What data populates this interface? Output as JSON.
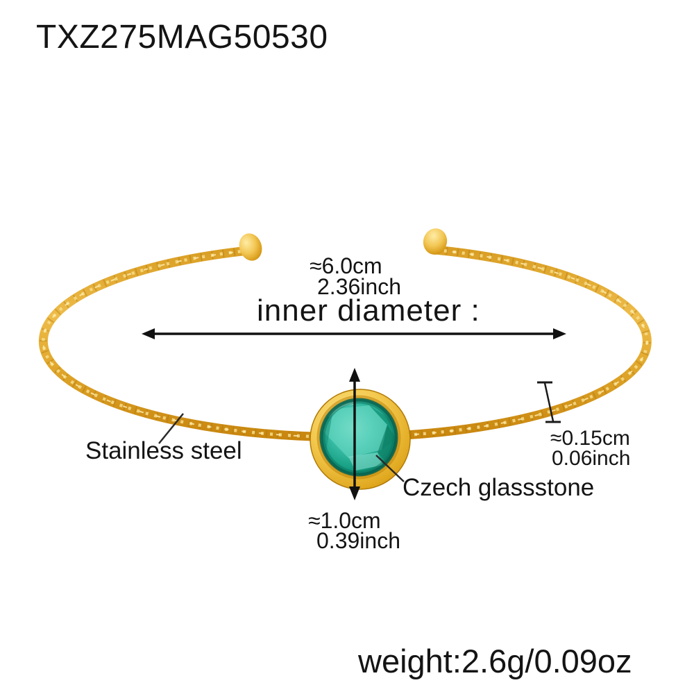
{
  "product": {
    "code": "TXZ275MAG50530",
    "weight": "weight:2.6g/0.09oz"
  },
  "measurements": {
    "inner_diameter": {
      "label": "inner diameter :",
      "cm": "≈6.0cm",
      "inch": "2.36inch"
    },
    "band_thickness": {
      "cm": "≈0.15cm",
      "inch": "0.06inch"
    },
    "stone_diameter": {
      "cm": "≈1.0cm",
      "inch": "0.39inch"
    }
  },
  "materials": {
    "band": "Stainless steel",
    "stone": "Czech glassstone"
  },
  "illustration": {
    "item": "open cuff bangle with ball ends and round bezel-set stone",
    "colors": {
      "gold": "#e5ac2d",
      "gold_light": "#f8df8e",
      "gold_dark": "#b9800e",
      "stone_teal": "#2cb79e",
      "stone_teal_dark": "#0a6a54",
      "stone_teal_light": "#8fe4d3",
      "annotation": "#141414",
      "background": "#ffffff"
    }
  }
}
